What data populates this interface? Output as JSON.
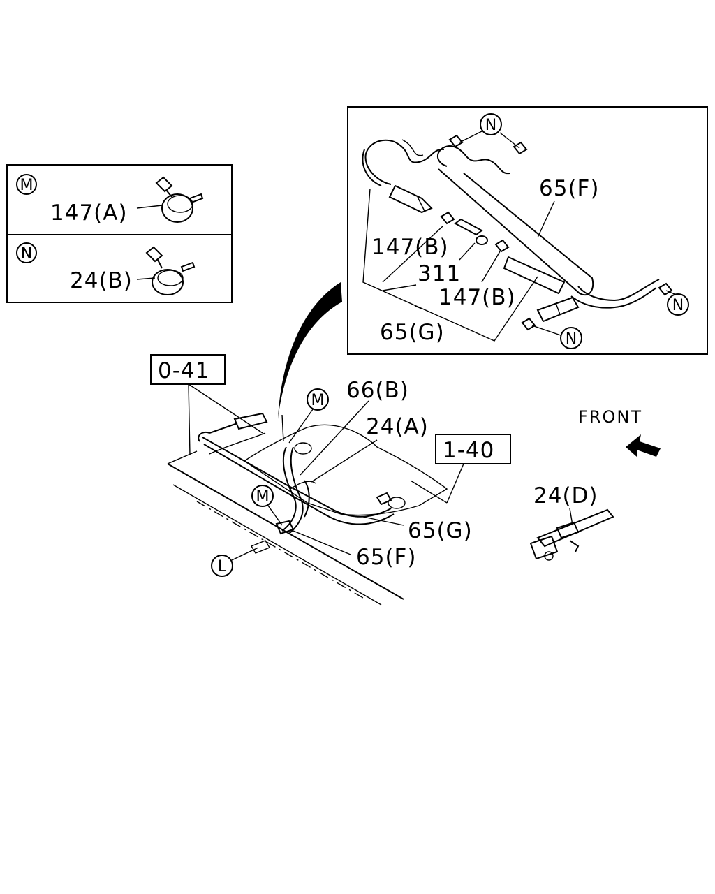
{
  "legend_box": {
    "m": {
      "marker": "M",
      "part": "147(A)"
    },
    "n": {
      "marker": "N",
      "part": "24(B)"
    }
  },
  "detail_box": {
    "n_markers": [
      "N",
      "N",
      "N"
    ],
    "labels": {
      "f": "65(F)",
      "b1": "147(B)",
      "p311": "311",
      "b2": "147(B)",
      "g": "65(G)"
    }
  },
  "main": {
    "ref_041": "0-41",
    "ref_140": "1-40",
    "b66": "66(B)",
    "a24": "24(A)",
    "g65": "65(G)",
    "f65": "65(F)",
    "m_marker": "M",
    "m_marker2": "M",
    "l_marker": "L",
    "front": "FRONT",
    "d24": "24(D)"
  }
}
